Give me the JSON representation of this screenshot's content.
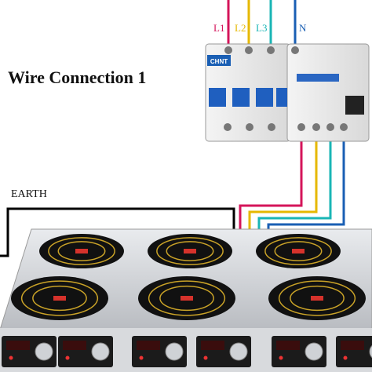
{
  "diagram": {
    "title": "Wire Connection 1",
    "earth_label": "EARTH",
    "wires": [
      {
        "label": "L1",
        "color": "#d4145a"
      },
      {
        "label": "L2",
        "color": "#e6b800"
      },
      {
        "label": "L3",
        "color": "#19b5b5"
      },
      {
        "label": "N",
        "color": "#1a5fb4"
      }
    ],
    "earth_color": "#000000",
    "breaker_brand": "CHNT",
    "cooktop": {
      "burner_rows": 2,
      "burners_per_row": 3,
      "control_panels": 6
    }
  }
}
